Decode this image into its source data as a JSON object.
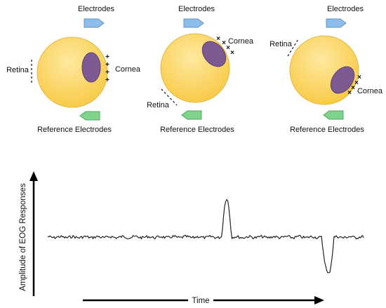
{
  "colors": {
    "eye_light": "#FFE9A0",
    "eye_dark": "#F7C63A",
    "eye_stroke": "#E2B84A",
    "cornea_fill": "#7E5A93",
    "cornea_stroke": "#5D3D75",
    "electrode_top": "#8DBEEB",
    "electrode_top_stroke": "#5F93C6",
    "electrode_ref": "#7DD48A",
    "electrode_ref_stroke": "#52A85E",
    "ink": "#111111"
  },
  "eyes": [
    {
      "top_electrode_label": "Electrodes",
      "ref_electrode_label": "Reference Electrodes",
      "retina_label": "Retina",
      "cornea_label": "Cornea",
      "cornea_charge": "+",
      "retina_charge": "-",
      "gaze": "center"
    },
    {
      "top_electrode_label": "Electrodes",
      "ref_electrode_label": "Reference Electrodes",
      "retina_label": "Retina",
      "cornea_label": "Cornea",
      "cornea_charge": "×",
      "retina_charge": "-",
      "gaze": "up-right"
    },
    {
      "top_electrode_label": "Electrodes",
      "ref_electrode_label": "Reference Electrodes",
      "retina_label": "Retina",
      "cornea_label": "Cornea",
      "cornea_charge": "×",
      "retina_charge": "-",
      "gaze": "down-right"
    }
  ],
  "graph": {
    "y_axis_label": "Amplitude of EOG Responses",
    "x_axis_label": "Time",
    "signal": "noisy baseline with one positive spike followed later by one negative spike"
  }
}
